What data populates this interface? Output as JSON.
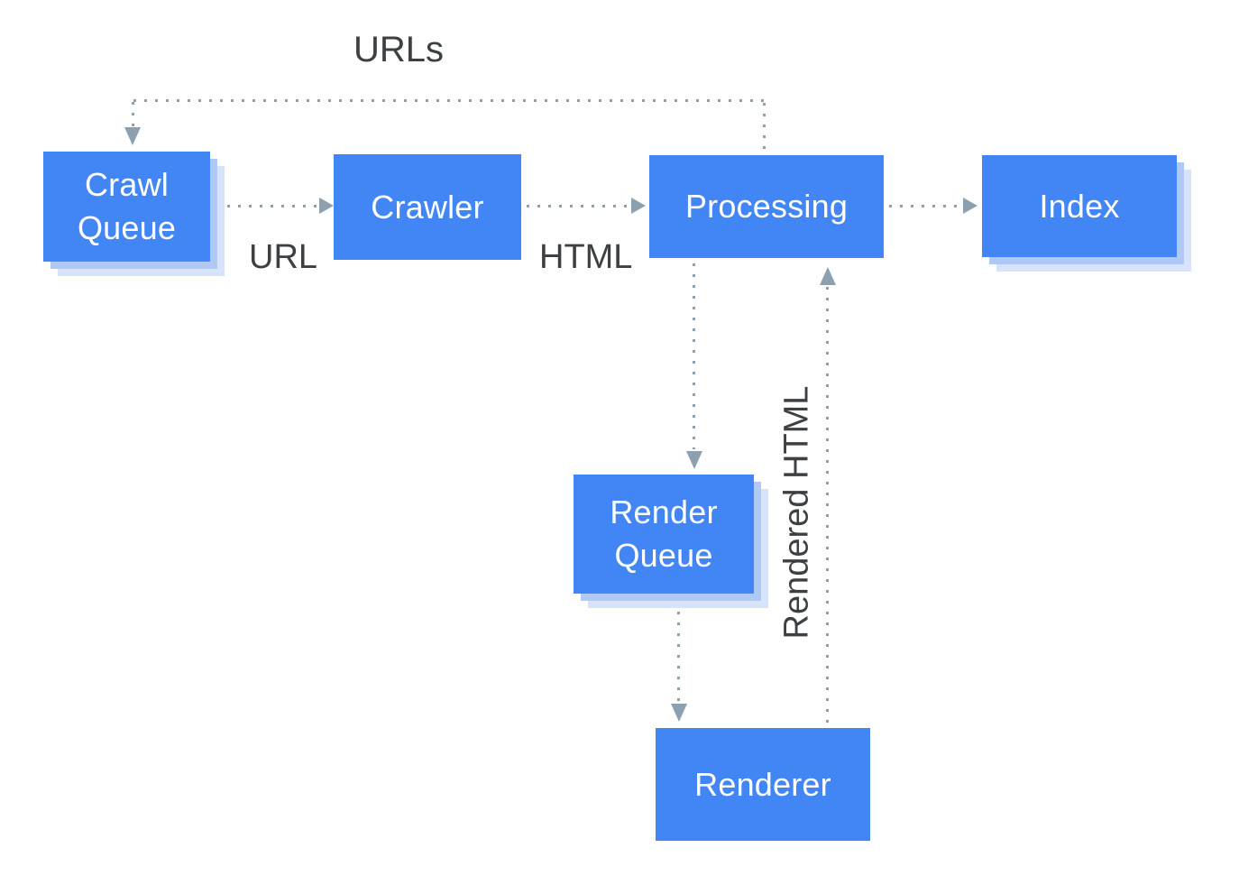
{
  "diagram": {
    "nodes": [
      {
        "id": "crawl-queue",
        "label": "Crawl Queue"
      },
      {
        "id": "crawler",
        "label": "Crawler"
      },
      {
        "id": "processing",
        "label": "Processing"
      },
      {
        "id": "index",
        "label": "Index"
      },
      {
        "id": "render-queue",
        "label": "Render Queue"
      },
      {
        "id": "renderer",
        "label": "Renderer"
      }
    ],
    "edges": [
      {
        "from": "crawl-queue",
        "to": "crawler",
        "label": "URL"
      },
      {
        "from": "crawler",
        "to": "processing",
        "label": "HTML"
      },
      {
        "from": "processing",
        "to": "index",
        "label": ""
      },
      {
        "from": "processing",
        "to": "crawl-queue",
        "label": "URLs"
      },
      {
        "from": "processing",
        "to": "render-queue",
        "label": ""
      },
      {
        "from": "render-queue",
        "to": "renderer",
        "label": ""
      },
      {
        "from": "renderer",
        "to": "processing",
        "label": "Rendered HTML"
      }
    ],
    "colors": {
      "node_fill": "#4285f4",
      "node_text": "#ffffff",
      "node_shadow_inner": "#b0c9f4",
      "node_shadow_outer": "#d7e3fa",
      "connector": "#8ca0af",
      "label_text": "#3c4043",
      "background": "#ffffff"
    }
  }
}
